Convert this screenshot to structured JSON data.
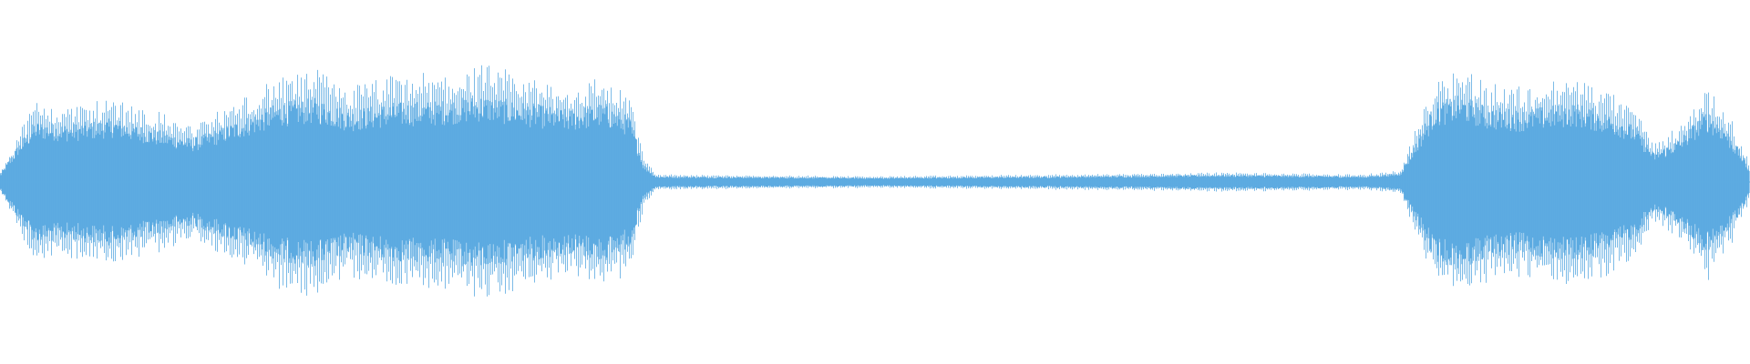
{
  "waveform": {
    "color": "#5dabe1",
    "background": "#ffffff",
    "amplitude_envelope": [
      [
        0.0,
        0.05
      ],
      [
        0.01,
        0.25
      ],
      [
        0.02,
        0.42
      ],
      [
        0.04,
        0.4
      ],
      [
        0.065,
        0.44
      ],
      [
        0.09,
        0.36
      ],
      [
        0.11,
        0.3
      ],
      [
        0.135,
        0.42
      ],
      [
        0.16,
        0.55
      ],
      [
        0.18,
        0.58
      ],
      [
        0.2,
        0.5
      ],
      [
        0.225,
        0.55
      ],
      [
        0.25,
        0.56
      ],
      [
        0.275,
        0.6
      ],
      [
        0.3,
        0.55
      ],
      [
        0.325,
        0.5
      ],
      [
        0.345,
        0.55
      ],
      [
        0.36,
        0.45
      ],
      [
        0.368,
        0.12
      ],
      [
        0.375,
        0.04
      ],
      [
        0.5,
        0.03
      ],
      [
        0.61,
        0.04
      ],
      [
        0.7,
        0.05
      ],
      [
        0.78,
        0.04
      ],
      [
        0.8,
        0.06
      ],
      [
        0.808,
        0.25
      ],
      [
        0.82,
        0.55
      ],
      [
        0.835,
        0.6
      ],
      [
        0.85,
        0.52
      ],
      [
        0.87,
        0.5
      ],
      [
        0.9,
        0.55
      ],
      [
        0.925,
        0.45
      ],
      [
        0.935,
        0.38
      ],
      [
        0.945,
        0.2
      ],
      [
        0.96,
        0.3
      ],
      [
        0.975,
        0.5
      ],
      [
        0.985,
        0.4
      ],
      [
        0.995,
        0.2
      ],
      [
        1.0,
        0.08
      ]
    ]
  }
}
